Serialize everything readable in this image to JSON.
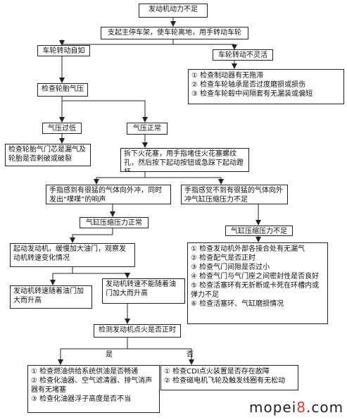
{
  "boxes": {
    "start": "发动机动力不足",
    "support": "支起主停车架，使车轮离地，用手转动车轮",
    "wheel_free": "车轮转动自如",
    "wheel_stiff": "车轮转动不灵活",
    "wheel_checks": [
      "① 检查制动器有无拖滞",
      "② 检查车轮轴承是否过度磨损或损伤",
      "③ 检查车轮毂中间隔套有无漏装或偏短"
    ],
    "tire_check": "检查轮胎气压",
    "pressure_low": "气压过低",
    "pressure_normal": "气压正常",
    "valve_check": "检查轮胎气门芯是漏气及轮胎是否剌破或破裂",
    "plug_test": "拆下火花塞，用手指堵住火花塞螺纹孔，然后按下起动按钮或急踩下起动蹬杆",
    "strong_air": "手指感到有很猛的气体向外冲，同时发出“噗噗”的响声",
    "weak_air": "手指感觉不到有很猛的气体向外冲气缸压缩压力不足",
    "compression_ok": "气缸压缩压力正常",
    "compression_low": "气缸压缩压力不足",
    "compression_checks": [
      "① 检查发动机外部各接合处有无漏气",
      "② 检查配气是否正时",
      "③ 检查气门间隙是否过小",
      "④ 检查气门与气门座之间密封性是否良好",
      "⑤ 检查活塞环有无折断或卡死在环槽内或弹力不足",
      "⑥ 检查活塞环、气缸磨损情况"
    ],
    "start_engine": "起动发动机，缓慢加大油门，观察发动机转速变化情况",
    "speed_rises": "发动机转速随着油门加大而升高",
    "speed_not_rises": "发动机转速不能随着油门加大而升高",
    "ignition_check": "检测发动机点火是否正时",
    "yes_checks": [
      "① 检查燃油供给系统供油是否畅通",
      "② 检查化油器、空气滤清器、排气消声器有无堵塞",
      "③ 检查化油器浮子高度是否不当"
    ],
    "no_checks": [
      "① 检查CDI点火装置是否存在故障",
      "② 检查磁电机飞轮及触发线圈有无松动"
    ]
  },
  "labels": {
    "yes": "是",
    "no": "否"
  },
  "watermark": {
    "part1": "mopei",
    "part2": "8",
    "part3": ".com"
  },
  "colors": {
    "line": "#222222",
    "watermark_accent": "#e23a2e"
  }
}
